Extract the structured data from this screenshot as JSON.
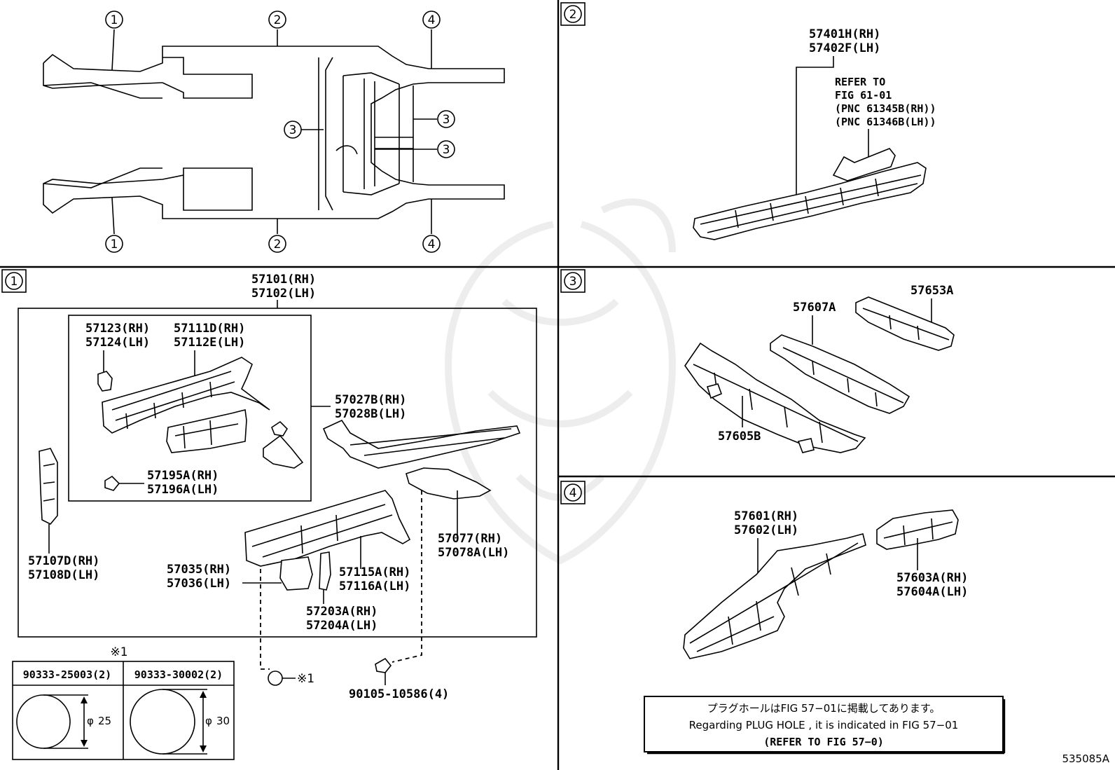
{
  "callouts": {
    "c1": "1",
    "c2": "2",
    "c3": "3",
    "c4": "4"
  },
  "section1": {
    "label": "1",
    "main_rh": "57101(RH)",
    "main_lh": "57102(LH)",
    "p57123": "57123(RH)",
    "p57124": "57124(LH)",
    "p57111": "57111D(RH)",
    "p57112": "57112E(LH)",
    "p57027": "57027B(RH)",
    "p57028": "57028B(LH)",
    "p57195": "57195A(RH)",
    "p57196": "57196A(LH)",
    "p57107": "57107D(RH)",
    "p57108": "57108D(LH)",
    "p57077": "57077(RH)",
    "p57078": "57078A(LH)",
    "p57035": "57035(RH)",
    "p57036": "57036(LH)",
    "p57115": "57115A(RH)",
    "p57116": "57116A(LH)",
    "p57203": "57203A(RH)",
    "p57204": "57204A(LH)",
    "bolt": "90105-10586(4)",
    "ref_mark": "※1",
    "ref_mark2": "※1",
    "plug1_pn": "90333-25003(2)",
    "plug1_dim": "25",
    "plug2_pn": "90333-30002(2)",
    "plug2_dim": "30",
    "phi": "φ"
  },
  "section2": {
    "label": "2",
    "rh": "57401H(RH)",
    "lh": "57402F(LH)",
    "ref1": "REFER TO",
    "ref2": "FIG 61-01",
    "ref3": "(PNC 61345B(RH))",
    "ref4": "(PNC 61346B(LH))"
  },
  "section3": {
    "label": "3",
    "p57653": "57653A",
    "p57607": "57607A",
    "p57605": "57605B"
  },
  "section4": {
    "label": "4",
    "p57601": "57601(RH)",
    "p57602": "57602(LH)",
    "p57603": "57603A(RH)",
    "p57604": "57604A(LH)"
  },
  "notice": {
    "jp": "プラグホールはFIG 57−01に掲載してあります。",
    "en": "Regarding  PLUG  HOLE , it is indicated in FIG  57−01",
    "ref": "(REFER  TO  FIG 57−0)"
  },
  "figure_id": "535085A"
}
